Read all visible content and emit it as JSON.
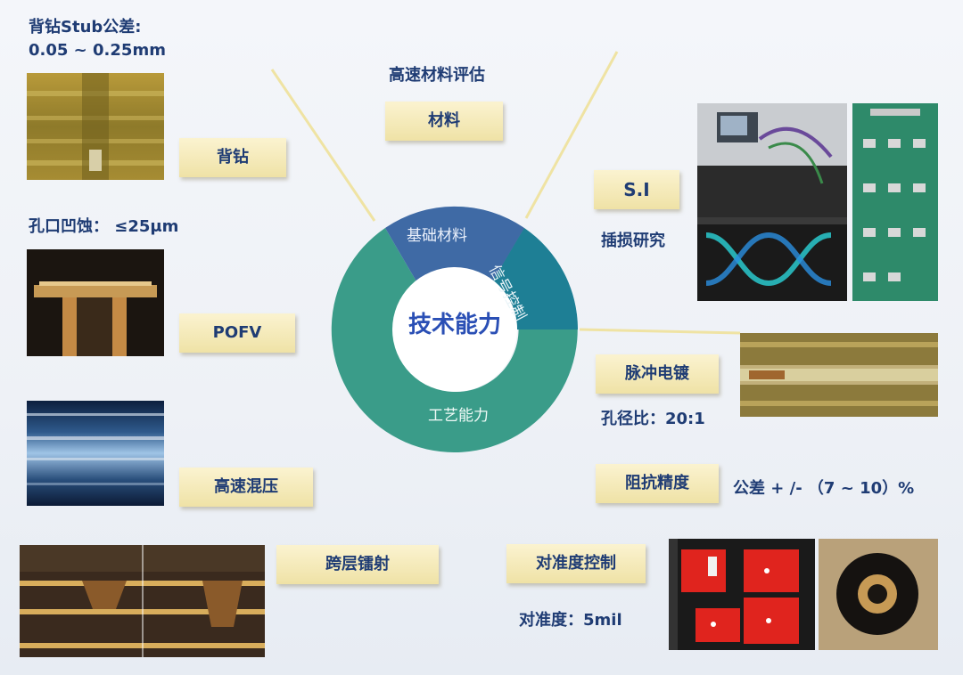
{
  "left": {
    "backdrill_spec_line1": "背钻Stub公差:",
    "backdrill_spec_line2": "0.05 ~ 0.25mm",
    "backdrill_tag": "背钻",
    "pofv_spec": "孔口凹蚀：  ≤25μm",
    "pofv_tag": "POFV",
    "hybrid_tag": "高速混压",
    "via_tag": "跨层镭射"
  },
  "top": {
    "material_eval": "高速材料评估",
    "material_tag": "材料"
  },
  "center": {
    "title": "技术能力",
    "seg_basic": "基础材料",
    "seg_signal": "信号控制",
    "seg_process": "工艺能力"
  },
  "right": {
    "si_tag": "S.I",
    "si_desc": "插损研究",
    "plating_tag": "脉冲电镀",
    "plating_spec": "孔径比：20:1",
    "impedance_tag": "阻抗精度",
    "impedance_spec": "公差 + /- （7 ~ 10）%",
    "alignment_tag": "对准度控制",
    "alignment_spec": "对准度：5mil"
  },
  "colors": {
    "ring_blue": "#3f6aa5",
    "ring_teal_dark": "#1e7f95",
    "ring_green": "#3a9c89",
    "tag_fill": "#f3e8b6",
    "text_navy": "#1f3c74"
  }
}
